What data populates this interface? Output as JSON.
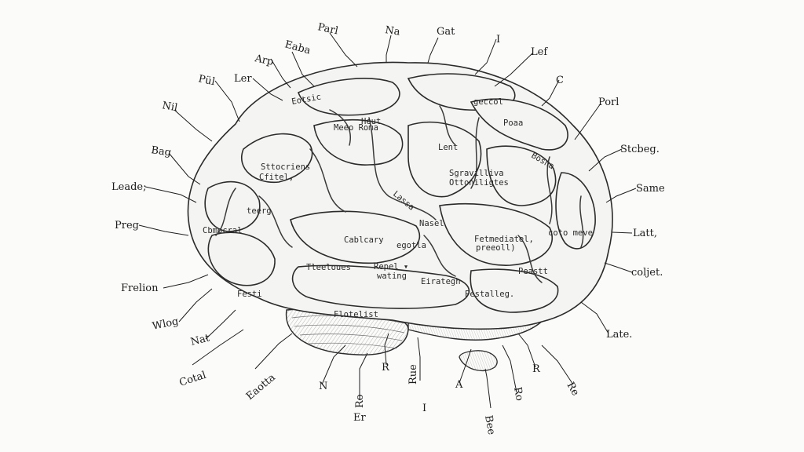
{
  "outer_labels": [
    {
      "text": "Eaba"
    },
    {
      "text": "Parl"
    },
    {
      "text": "Na"
    },
    {
      "text": "Gat"
    },
    {
      "text": "I"
    },
    {
      "text": "Lef"
    },
    {
      "text": "C"
    },
    {
      "text": "Porl"
    },
    {
      "text": "Stcbeg."
    },
    {
      "text": "Same"
    },
    {
      "text": "Latt,"
    },
    {
      "text": "coljet."
    },
    {
      "text": "Late."
    },
    {
      "text": "Arp"
    },
    {
      "text": "Ler"
    },
    {
      "text": "Pül"
    },
    {
      "text": "Nil"
    },
    {
      "text": "Bag"
    },
    {
      "text": "Leade;"
    },
    {
      "text": "Preg"
    },
    {
      "text": "Frelion"
    },
    {
      "text": "Wlog"
    },
    {
      "text": "Nat"
    },
    {
      "text": "Cotal"
    },
    {
      "text": "Eaotta"
    },
    {
      "text": "N"
    },
    {
      "text": "R"
    },
    {
      "text": "Rue"
    },
    {
      "text": "Er"
    },
    {
      "text": "Ro"
    },
    {
      "text": "I"
    },
    {
      "text": "A"
    },
    {
      "text": "Bee"
    },
    {
      "text": "Ro"
    },
    {
      "text": "R"
    },
    {
      "text": "Re"
    }
  ],
  "inner_labels": [
    {
      "text": "Eotsic"
    },
    {
      "text": "Meeo Roma"
    },
    {
      "text": "geccol"
    },
    {
      "text": "Poaa"
    },
    {
      "text": "Sttocriens"
    },
    {
      "text": "Cfitel,"
    },
    {
      "text": "Lent"
    },
    {
      "text": "Sgravilliva"
    },
    {
      "text": "Ottoniligtes"
    },
    {
      "text": "Bosna"
    },
    {
      "text": "teerg"
    },
    {
      "text": "Cbmocral"
    },
    {
      "text": "Cablcary"
    },
    {
      "text": "egotla"
    },
    {
      "text": "Fetmediatel,"
    },
    {
      "text": "preeoll)"
    },
    {
      "text": "coto meve"
    },
    {
      "text": "Tleeloues"
    },
    {
      "text": "Repel ▾"
    },
    {
      "text": "wating"
    },
    {
      "text": "Eirategh"
    },
    {
      "text": "Peastt"
    },
    {
      "text": "Festi"
    },
    {
      "text": "Pestalleg."
    },
    {
      "text": "Flotelist"
    },
    {
      "text": "Lassa"
    },
    {
      "text": "Nasel"
    },
    {
      "text": "Heut"
    }
  ]
}
